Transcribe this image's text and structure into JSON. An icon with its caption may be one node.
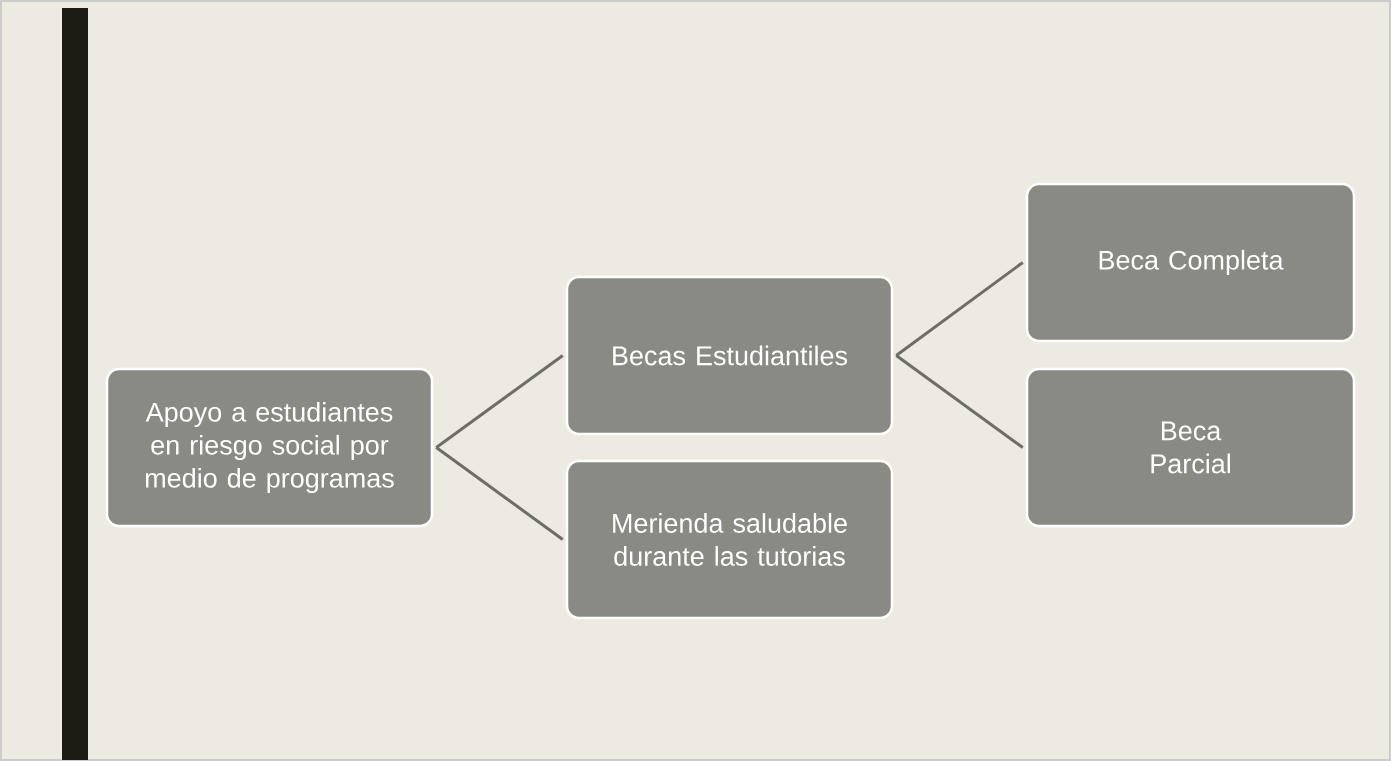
{
  "diagram": {
    "nodes": [
      {
        "text": [
          "Apoyo a estudiantes en riesgo social por medio de programas"
        ]
      },
      {
        "text": [
          "Becas Estudiantiles"
        ]
      },
      {
        "text": [
          "Merienda saludable durante las tutorias"
        ]
      },
      {
        "text": [
          "Beca Completa"
        ]
      },
      {
        "text": [
          "Beca Parcial"
        ]
      }
    ],
    "edges": [
      {
        "from": 0,
        "to": 1,
        "arrow": "none"
      },
      {
        "from": 0,
        "to": 2,
        "arrow": "none"
      },
      {
        "from": 1,
        "to": 3,
        "arrow": "none"
      },
      {
        "from": 1,
        "to": 4,
        "arrow": "none"
      }
    ]
  }
}
